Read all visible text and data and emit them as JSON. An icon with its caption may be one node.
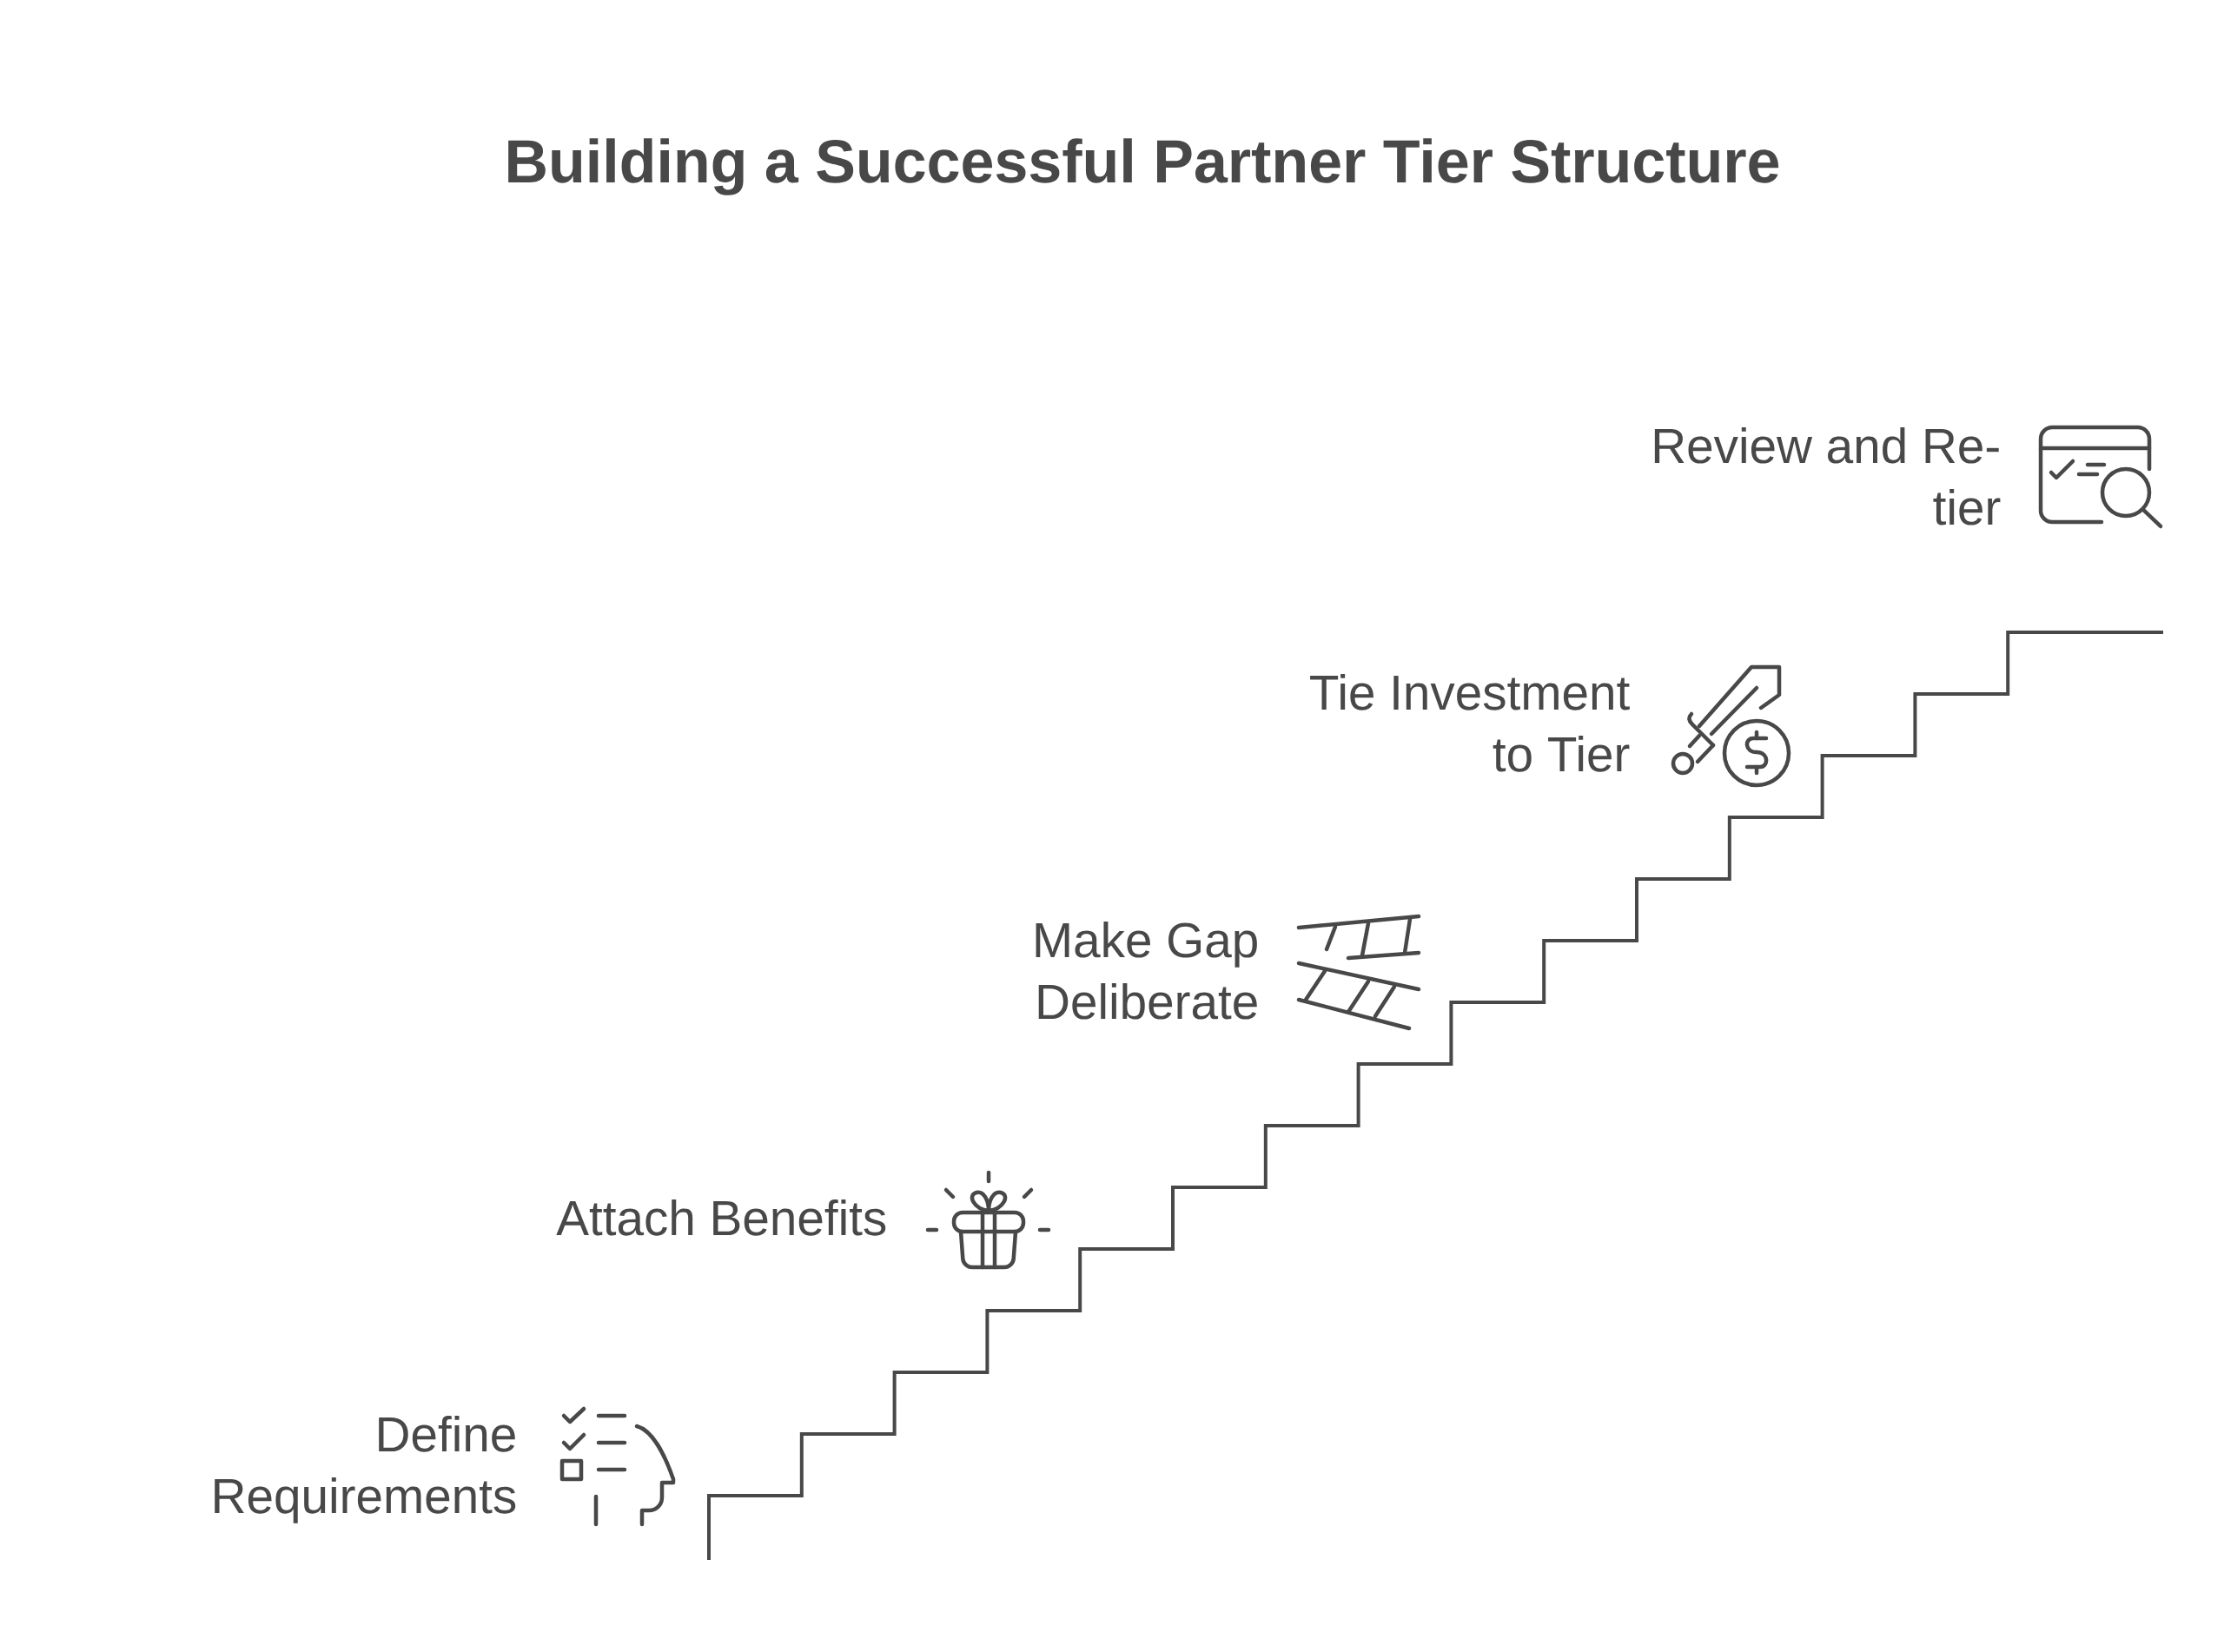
{
  "diagram": {
    "title": "Building a Successful Partner Tier Structure",
    "labels": [
      "Define Requirements",
      "Attach Benefits",
      "Make Gap Deliberate",
      "Tie Investment to Tier",
      "Review and Re-tier"
    ]
  }
}
